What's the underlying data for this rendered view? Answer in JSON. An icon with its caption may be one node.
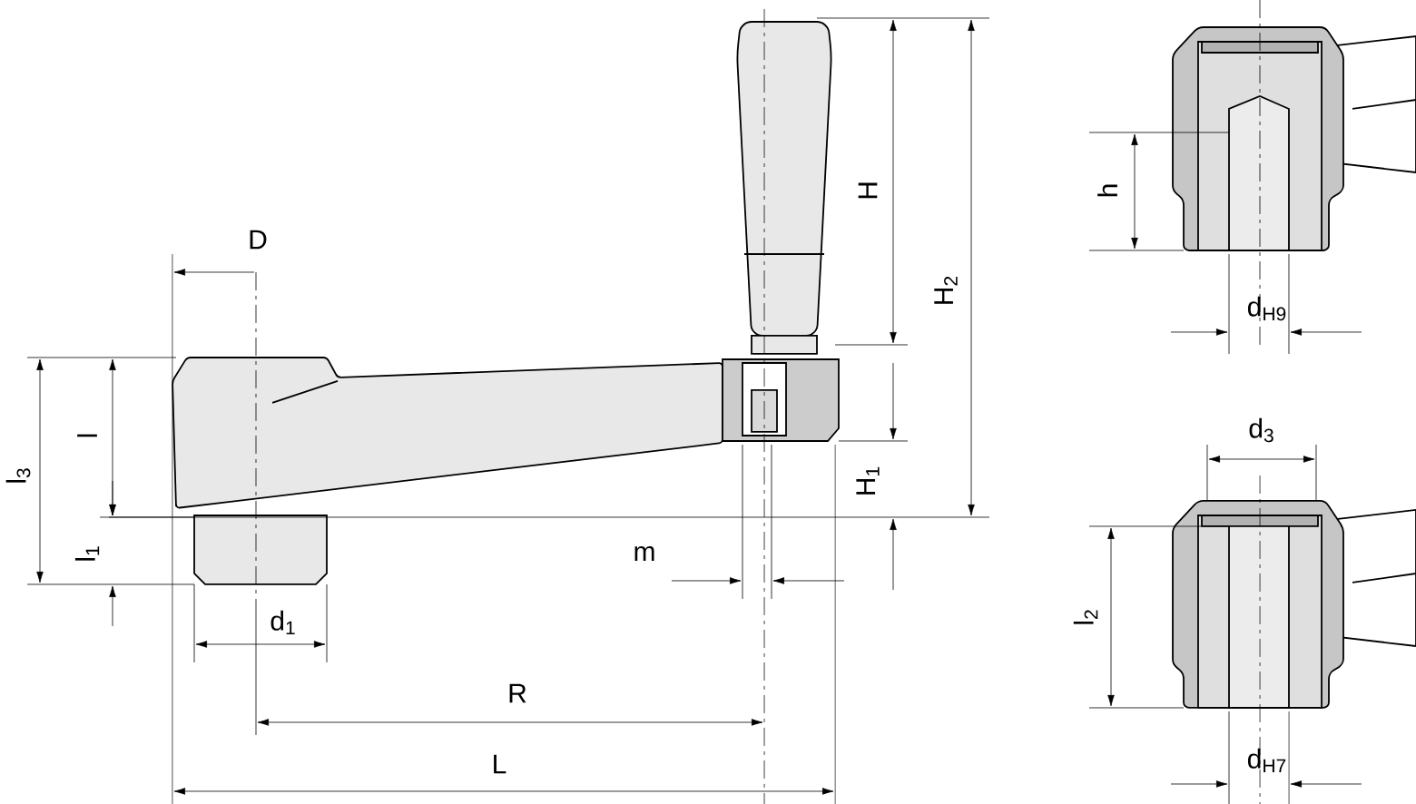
{
  "diagram": {
    "labels": [
      "H",
      "D",
      "H$_{2}$",
      "h",
      "d$_{H9}$",
      "l$_{3}$",
      "l",
      "H$_{1}$",
      "d$_{3}$",
      "l$_{1}$",
      "m",
      "l$_{2}$",
      "d$_{1}$",
      "R",
      "L",
      "d$_{H7}$"
    ]
  }
}
